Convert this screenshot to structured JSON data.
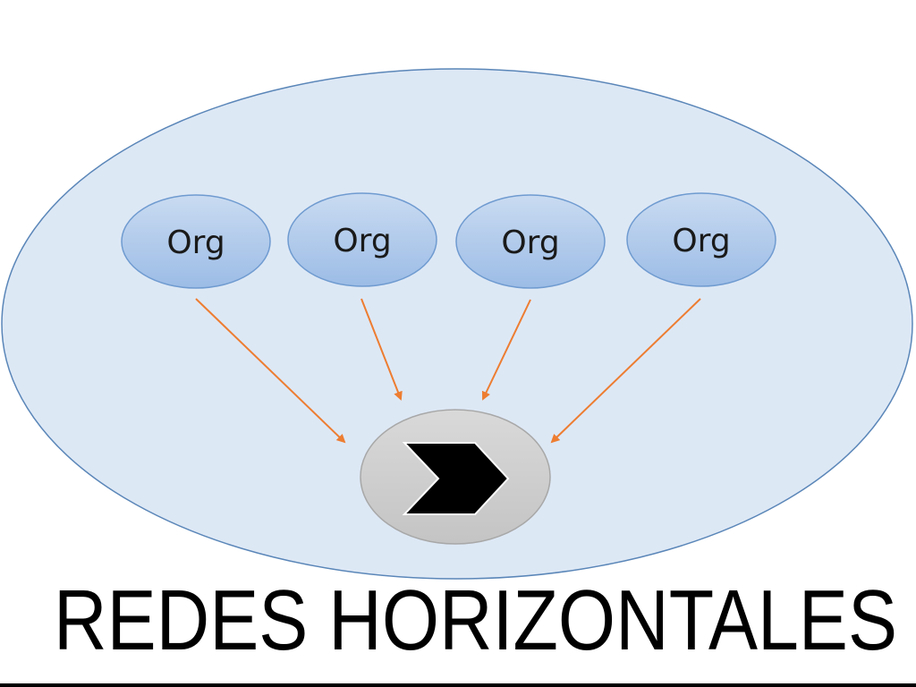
{
  "diagram": {
    "title": "REDES HORIZONTALES",
    "nodes": [
      {
        "label": "Org"
      },
      {
        "label": "Org"
      },
      {
        "label": "Org"
      },
      {
        "label": "Org"
      }
    ],
    "center_icon": "chevron-right-icon",
    "colors": {
      "outer_fill": "#dde8f5",
      "outer_stroke": "#5a86b8",
      "node_fill_top": "#c3d7ef",
      "node_fill_bottom": "#9dbde6",
      "node_stroke": "#6f9bd0",
      "arrow": "#ed7d31",
      "hub_fill": "#cfcfcf",
      "hub_stroke": "#a8a8a8"
    }
  }
}
